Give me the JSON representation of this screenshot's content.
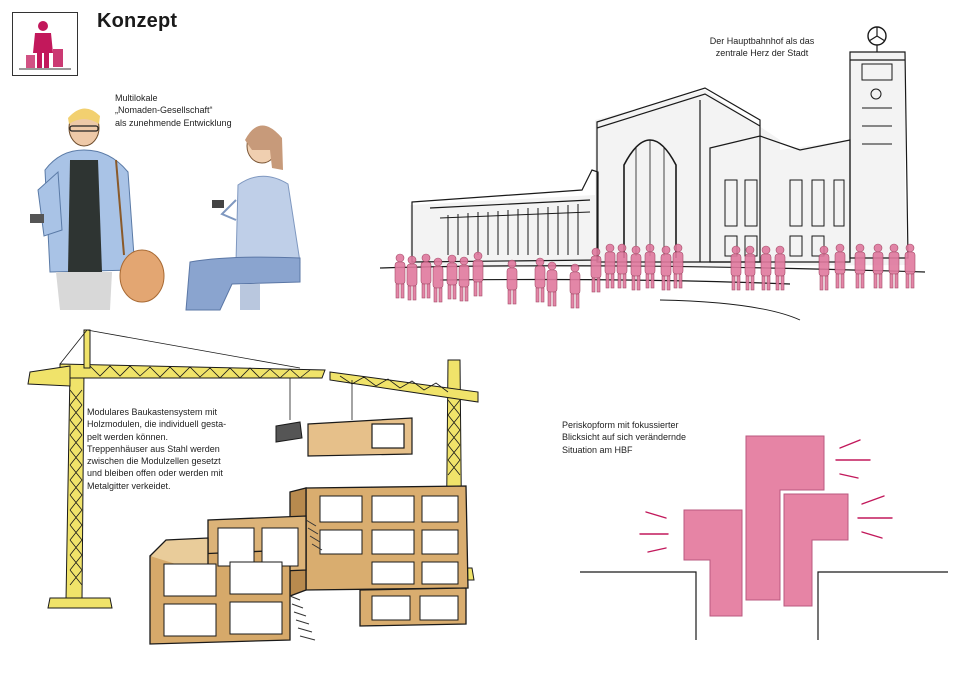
{
  "page": {
    "title": "Konzept",
    "logo_icon": "person-with-luggage-icon"
  },
  "captions": {
    "nomaden": "Multilokale\n„Nomaden-Gesellschaft“\nals zunehmende Entwicklung",
    "hauptbahnhof": "Der Hauptbahnhof als das\nzentrale Herz der Stadt",
    "modular": "Modulares Baukastensystem mit\nHolzmodulen, die individuell gesta-\npelt werden können.\nTreppenhäuser aus Stahl werden\nzwischen die Modulzellen gesetzt\nund bleiben offen oder werden mit\nMetalgitter verkeidet.",
    "periskop": "Periskopform mit fokussierter\nBlicksicht auf sich verändernde\nSituation am HBF"
  },
  "colors": {
    "accent_magenta": "#c2185b",
    "pink_wash": "#e0799e",
    "crane_yellow": "#e8d84a",
    "wood": "#d7aa6a",
    "ink": "#1a1a1a"
  },
  "sketches": {
    "people": "nomad-people-sketch",
    "station": "hauptbahnhof-sketch",
    "cranes": "crane-modules-sketch",
    "periscope": "periscope-form-sketch"
  }
}
